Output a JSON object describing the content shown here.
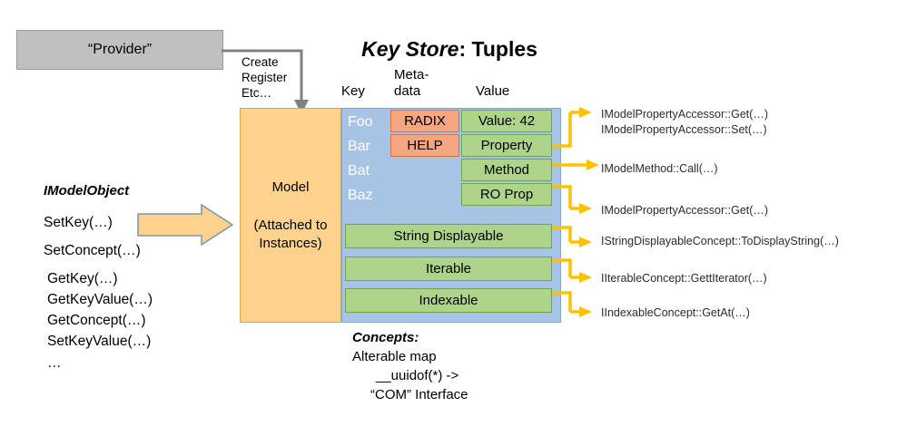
{
  "provider": {
    "label": "“Provider”",
    "connector_label": "Create\nRegister\nEtc…",
    "connector_lines": [
      "Create",
      "Register",
      "Etc…"
    ]
  },
  "title": {
    "emphasis": "Key Store",
    "rest": ": Tuples",
    "full": "Key Store: Tuples"
  },
  "columns": {
    "key": "Key",
    "metadata_line1": "Meta-",
    "metadata_line2": "data",
    "value": "Value"
  },
  "model": {
    "title": "Model",
    "subtitle_line1": "(Attached to",
    "subtitle_line2": "Instances)"
  },
  "keys": [
    "Foo",
    "Bar",
    "Bat",
    "Baz"
  ],
  "metadata_cells": [
    "RADIX",
    "HELP"
  ],
  "value_cells": [
    "Value: 42",
    "Property",
    "Method",
    "RO Prop"
  ],
  "concept_bars": [
    "String Displayable",
    "Iterable",
    "Indexable"
  ],
  "imodelobject": {
    "title": "IModelObject",
    "methods": [
      "SetKey(…)",
      "SetConcept(…)",
      "GetKey(…)",
      "GetKeyValue(…)",
      "GetConcept(…)",
      "SetKeyValue(…)",
      "…"
    ]
  },
  "concepts_note": {
    "header": "Concepts:",
    "line1": "Alterable map",
    "line2": "__uuidof(*) ->",
    "line3": "“COM” Interface"
  },
  "annotations": {
    "property_get": "IModelPropertyAccessor::Get(…)",
    "property_set": "IModelPropertyAccessor::Set(…)",
    "method_call": "IModelMethod::Call(…)",
    "roprop_get": "IModelPropertyAccessor::Get(…)",
    "string_displayable": "IStringDisplayableConcept::ToDisplayString(…)",
    "iterable": "IIterableConcept::GettIterator(…)",
    "indexable": "IIndexableConcept::GetAt(…)"
  },
  "colors": {
    "provider_fill": "#c0c0c0",
    "model_fill": "#fcd28c",
    "key_fill": "#a8c4e5",
    "metadata_fill": "#f4a582",
    "value_fill": "#aed38a",
    "arrow_fill": "#fcd28c",
    "connector_yellow": "#ffc000",
    "connector_gray": "#808080"
  }
}
